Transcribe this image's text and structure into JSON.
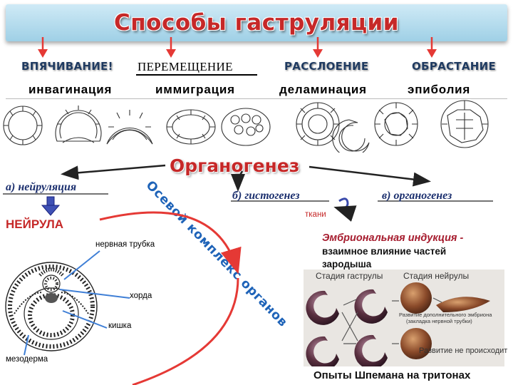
{
  "title": "Способы гаструляции",
  "methods": [
    {
      "name": "ВПЯЧИВАНИЕ!",
      "term": "инвагинация"
    },
    {
      "name": "ПЕРЕМЕЩЕНИЕ",
      "term": "иммиграция"
    },
    {
      "name": "РАССЛОЕНИЕ",
      "term": "деламинация"
    },
    {
      "name": "ОБРАСТАНИЕ",
      "term": "эпиболия"
    }
  ],
  "organogenesis": {
    "title": "Органогенез",
    "branches": [
      "а) нейруляция",
      "б) гистогенез",
      "в) органогенез"
    ],
    "tissues": "ткани",
    "axial_complex": "Осевой комплекс органов"
  },
  "neurula": {
    "title": "НЕЙРУЛА",
    "labels": {
      "neural_tube": "нервная трубка",
      "notochord": "хорда",
      "gut": "кишка",
      "mesoderm": "мезодерма"
    }
  },
  "induction": {
    "title": "Эмбриональная индукция -",
    "text_line1": "взаимное влияние частей",
    "text_line2": "зародыша"
  },
  "photo": {
    "stage_gastrula": "Стадия гаструлы",
    "stage_neurula": "Стадия нейрулы",
    "caption_top_line1": "Развитие дополнительного эмбриона",
    "caption_top_line2": "(закладка нервной трубки)",
    "caption_bottom": "Развитие не происходит"
  },
  "experiment": "Опыты Шпемана на тритонах",
  "colors": {
    "title_red": "#c62828",
    "arrow_red": "#e53935",
    "navy": "#1b2f6e",
    "title_bar": "#9fd0e6"
  }
}
